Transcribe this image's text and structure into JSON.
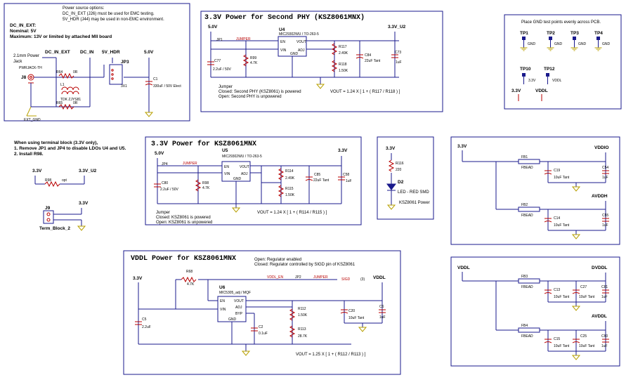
{
  "power_notes": {
    "line1": "Power source options:",
    "line2": "DC_IN_EXT (J26) must be used for EMC testing.",
    "line3": "5V_HDR (J44) may be used in non-EMC environment.",
    "line4": "DC_IN_EXT:",
    "line5": "Nominal: 5V",
    "line6": "Maximum: 13V or limited by attached MII board"
  },
  "jack_label": [
    "2.1mm Power",
    "Jack"
  ],
  "nets": {
    "dc_in_ext": "DC_IN_EXT",
    "dc_in": "DC_IN",
    "hdr_5v": "5V_HDR",
    "v5": "5.0V",
    "v33": "3.3V",
    "v33_u2": "3.3V_U2",
    "vddl": "VDDL",
    "vddio": "VDDIO",
    "avddh": "AVDDH",
    "dvddl": "DVDDL",
    "avddl": "AVDDL",
    "ext_gnd": "EXT_GND",
    "gnd": "GND",
    "jumper": "JUMPER",
    "vddl_en": "VDDL_EN",
    "sigd": "SIGD"
  },
  "parts": {
    "j8": "J8",
    "j8_val": "PWRJACK-TH",
    "r64": "R64",
    "r64_val": "0R",
    "l1": "L1",
    "l1_val": "TDK ZJYS81",
    "r65": "R65",
    "r65_val": "0R",
    "jp3": "JP3",
    "jp3_val": "3X1",
    "c1": "C1",
    "c1_val": "330uF / 50V Elect",
    "jp1": "JP1",
    "u4": "U4",
    "u4_val": "MIC29302WU / TO-263-5",
    "c77": "C77",
    "c77_val": "2.2uF / 50V",
    "r99": "R99",
    "r99_val": "4.7K",
    "r117": "R117",
    "r117_val": "2.49K",
    "r118": "R118",
    "r118_val": "1.50K",
    "c84": "C84",
    "c84_val": "22uF Tant",
    "c73": "C73",
    "c73_val": "1uF",
    "jp4": "JP4",
    "u5": "U5",
    "u5_val": "MIC29302WU / TO-263-5",
    "c80": "C80",
    "c80_val": "2.2uF / 50V",
    "r98b": "R98",
    "r98b_val": "4.7K",
    "r114": "R114",
    "r114_val": "2.49K",
    "r115": "R115",
    "r115_val": "1.50K",
    "c85": "C85",
    "c85_val": "22uF Tant",
    "c58": "C58",
    "c58_val": "1uF",
    "r98": "R98",
    "r98_val": "opt",
    "j9": "J9",
    "j9_val": "Term_Block_2",
    "r116": "R116",
    "r116_val": "220",
    "d2": "D2",
    "d2_val": "LED - RED SMD",
    "d2_note": "KSZ8061 Power",
    "r68": "R68",
    "r68_val": "4.7K",
    "jp2": "JP2",
    "u6": "U6",
    "u6_val": "MIC5305_adj / MQF",
    "c5": "C5",
    "c5_val": "2.2uF",
    "c2": "C2",
    "c2_val": "0.1uF",
    "r112": "R112",
    "r112_val": "1.50K",
    "r113": "R113",
    "r113_val": "28.7K",
    "c20": "C20",
    "c20_val": "10uF Tant",
    "c6": "C6",
    "c6_val": "1uF",
    "fb1": "FB1",
    "fb2": "FB2",
    "fb3": "FB3",
    "fb4": "FB4",
    "fb_val": "FBEAD",
    "c19": "C19",
    "c54": "C54",
    "c14": "C14",
    "c55": "C55",
    "c13": "C13",
    "c27": "C27",
    "c81": "C81",
    "c15": "C15",
    "c25": "C25",
    "c60": "C60",
    "tant10": "10uF Tant",
    "cap1": "1uF"
  },
  "pins": {
    "en": "EN",
    "vin": "VIN",
    "vout": "VOUT",
    "adj": "ADJ",
    "gnd": "GND",
    "byp": "BYP"
  },
  "notes": {
    "phy2_title": "3.3V Power for Second PHY (KSZ8061MNX)",
    "phy2_j1": "Jumper",
    "phy2_j2": "Closed:   Second PHY (KSZ8061) is powered",
    "phy2_j3": "Open:   Second PHY is unpowered",
    "phy2_vout": "VOUT = 1.24 X [ 1 + ( R117 / R118 ) ]",
    "ksz_title": "3.3V Power for KSZ8061MNX",
    "ksz_j1": "Jumper",
    "ksz_j2": "Closed:   KSZ8061 is powered",
    "ksz_j3": "Open:   KSZ8061 is unpowered",
    "ksz_vout": "VOUT = 1.24 X [ 1 + ( R114 / R115 ) ]",
    "term1": "When using terminal block (3.3V only),",
    "term2": "1. Remove JP1 and JP4 to disable LDOs U4 and U5.",
    "term3": "2. Install R98.",
    "vddl_title": "VDDL Power for KSZ8061MNX",
    "vddl_n1": "Open:   Regulator enabled",
    "vddl_n2": "Closed:   Regulator controlled by SIGD pin of KSZ8061",
    "vddl_vout": "VOUT = 1.25 X [ 1 + ( R112 / R113 ) ]",
    "tp_title": "Place GND test points evenly across PCB.",
    "tp1": "TP1",
    "tp2": "TP2",
    "tp3": "TP3",
    "tp4": "TP4",
    "tp10": "TP10",
    "tp12": "TP12",
    "sig3": "(3)"
  }
}
